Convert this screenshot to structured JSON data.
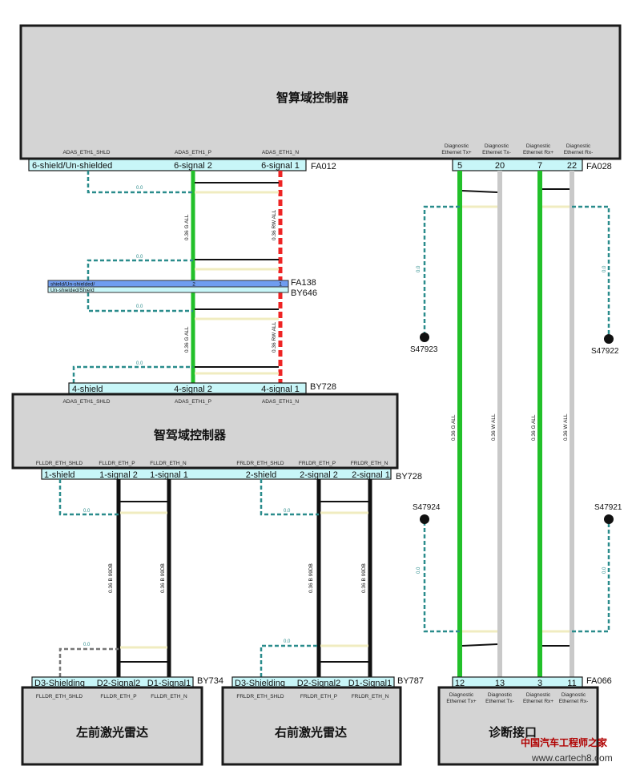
{
  "ecus": {
    "computing_domain": "智算域控制器",
    "driving_domain": "智驾域控制器",
    "left_lidar": "左前激光雷达",
    "right_lidar": "右前激光雷达",
    "diagnostic": "诊断接口"
  },
  "connectors": {
    "FA012": {
      "id": "FA012",
      "pins": [
        "6-shield/Un-shielded",
        "6-signal 2",
        "6-signal 1"
      ],
      "names": [
        "ADAS_ETH1_SHLD",
        "ADAS_ETH1_P",
        "ADAS_ETH1_N"
      ]
    },
    "FA138": {
      "id": "FA138",
      "pins": [
        "shield/Un-shielded/",
        "2",
        "1"
      ]
    },
    "BY646": {
      "id": "BY646",
      "pins": [
        "Un-shielded/Shield",
        "",
        ""
      ]
    },
    "BY728_top": {
      "id": "BY728",
      "pins": [
        "4-shield",
        "4-signal 2",
        "4-signal 1"
      ],
      "names": [
        "ADAS_ETH1_SHLD",
        "ADAS_ETH1_P",
        "ADAS_ETH1_N"
      ]
    },
    "BY728_bottom": {
      "id": "BY728",
      "pins": [
        "1-shield",
        "1-signal 2",
        "1-signal 1",
        "2-shield",
        "2-signal 2",
        "2-signal 1"
      ],
      "names": [
        "FLLDR_ETH_SHLD",
        "FLLDR_ETH_P",
        "FLLDR_ETH_N",
        "FRLDR_ETH_SHLD",
        "FRLDR_ETH_P",
        "FRLDR_ETH_N"
      ]
    },
    "BY734": {
      "id": "BY734",
      "pins": [
        "D3-Shielding",
        "D2-Signal2",
        "D1-Signal1"
      ],
      "names": [
        "FLLDR_ETH_SHLD",
        "FLLDR_ETH_P",
        "FLLDR_ETH_N"
      ]
    },
    "BY787": {
      "id": "BY787",
      "pins": [
        "D3-Shielding",
        "D2-Signal2",
        "D1-Signal1"
      ],
      "names": [
        "FRLDR_ETH_SHLD",
        "FRLDR_ETH_P",
        "FRLDR_ETH_N"
      ]
    },
    "FA028": {
      "id": "FA028",
      "pins": [
        "5",
        "20",
        "7",
        "22"
      ],
      "names": [
        "Diagnostic Ethernet Tx+",
        "Diagnostic Ethernet Tx-",
        "Diagnostic Ethernet Rx+",
        "Diagnostic Ethernet Rx-"
      ]
    },
    "FA066": {
      "id": "FA066",
      "pins": [
        "12",
        "13",
        "3",
        "11"
      ],
      "names": [
        "Diagnostic Ethernet Tx+",
        "Diagnostic Ethernet Tx-",
        "Diagnostic Ethernet Rx+",
        "Diagnostic Ethernet Rx-"
      ]
    }
  },
  "wires": {
    "green": "0.36 G ALL",
    "redwhite": "0.36 RW ALL",
    "black_p": "0.36 B 99DB",
    "black_n": "0.36 B 99DB",
    "white": "0.36 W ALL",
    "shield": "0.0"
  },
  "splices": [
    "S47923",
    "S47922",
    "S47924",
    "S47921"
  ],
  "colors": {
    "green": "#22c02a",
    "red": "#ee2424",
    "black": "#111111",
    "gray": "#c9c9c9",
    "shield": "#2a8c8c",
    "connector": "#c8f6f8",
    "box": "#d4d4d4"
  },
  "watermark": {
    "line1": "中国汽车工程师之家",
    "line2": "www.cartech8.com"
  }
}
